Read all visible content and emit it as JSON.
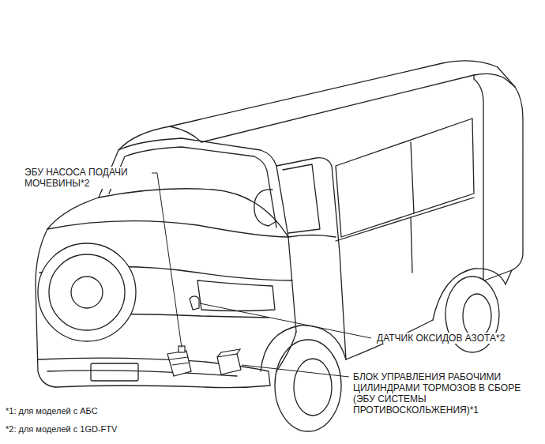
{
  "diagram": {
    "labels": [
      "ЭБУ НАСОСА ПОДАЧИ МОЧЕВИНЫ*2",
      "ДАТЧИК ОКСИДОВ АЗОТА*2",
      "БЛОК УПРАВЛЕНИЯ РАБОЧИМИ ЦИЛИНДРАМИ ТОРМОЗОВ В СБОРЕ (ЭБУ СИСТЕМЫ ПРОТИВОСКОЛЬЖЕНИЯ)*1",
      "*1: для моделей с АБС",
      "*2: для моделей с 1GD-FTV"
    ]
  }
}
